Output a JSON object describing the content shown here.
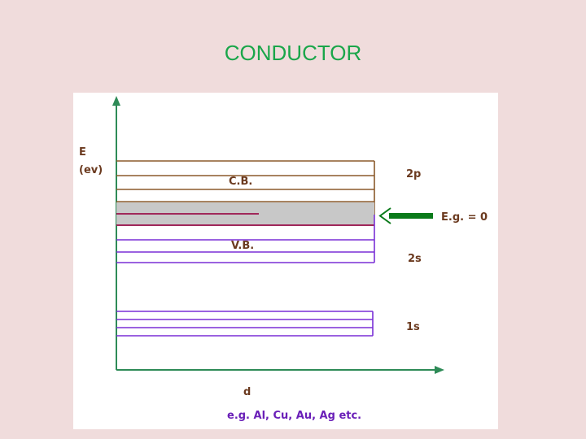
{
  "slide": {
    "title": "CONDUCTOR"
  },
  "diagram": {
    "energy_axis_label": "E",
    "energy_unit_label": "(ev)",
    "distance_axis_label": "d",
    "conduction_band_label": "C.B.",
    "valence_band_label": "V.B.",
    "level_2p_label": "2p",
    "level_2s_label": "2s",
    "level_1s_label": "1s",
    "energy_gap_label": "E.g. = 0",
    "examples_label": "e.g. Al, Cu, Au, Ag etc."
  },
  "colors": {
    "title": "#1aa64a",
    "conduction_lines": "#8b5a2b",
    "valence_lines": "#7a2fd6",
    "overlap_fill": "#c8c8c8",
    "overlap_line": "#a0285a",
    "arrow": "#0a7a1a",
    "axis": "#2e8b57",
    "label_text": "#6b3a1f",
    "examples_text": "#6a1fb8"
  }
}
